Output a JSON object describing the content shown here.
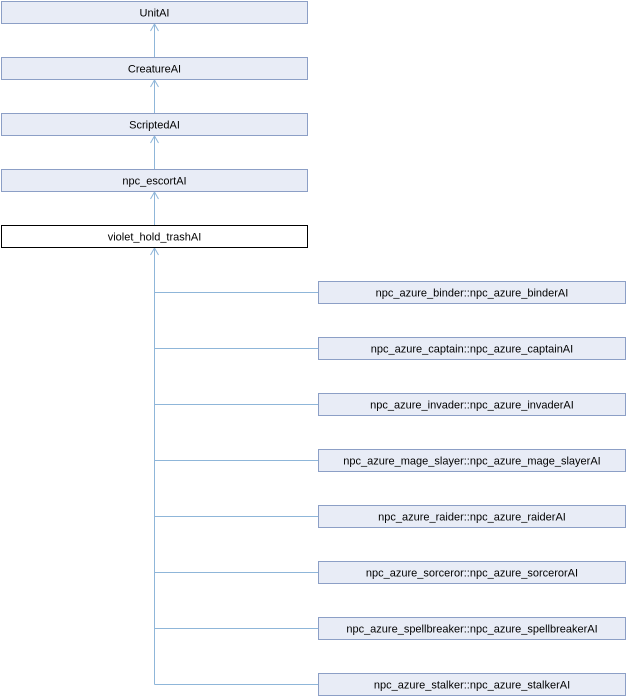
{
  "colors": {
    "node_fill": "#e8ecf6",
    "node_border": "#8c9fc6",
    "focus_fill": "#ffffff",
    "focus_border": "#000000",
    "edge": "#8fb6d9"
  },
  "ancestors": [
    {
      "id": "unitai",
      "label": "UnitAI"
    },
    {
      "id": "creatureai",
      "label": "CreatureAI"
    },
    {
      "id": "scriptedai",
      "label": "ScriptedAI"
    },
    {
      "id": "npc-escortai",
      "label": "npc_escortAI"
    }
  ],
  "focus": {
    "id": "violet-hold-trashai",
    "label": "violet_hold_trashAI"
  },
  "children": [
    {
      "id": "binder",
      "label": "npc_azure_binder::npc_azure_binderAI"
    },
    {
      "id": "captain",
      "label": "npc_azure_captain::npc_azure_captainAI"
    },
    {
      "id": "invader",
      "label": "npc_azure_invader::npc_azure_invaderAI"
    },
    {
      "id": "mage-slayer",
      "label": "npc_azure_mage_slayer::npc_azure_mage_slayerAI"
    },
    {
      "id": "raider",
      "label": "npc_azure_raider::npc_azure_raiderAI"
    },
    {
      "id": "sorceror",
      "label": "npc_azure_sorceror::npc_azure_sorcerorAI"
    },
    {
      "id": "spellbreaker",
      "label": "npc_azure_spellbreaker::npc_azure_spellbreakerAI"
    },
    {
      "id": "stalker",
      "label": "npc_azure_stalker::npc_azure_stalkerAI"
    }
  ]
}
